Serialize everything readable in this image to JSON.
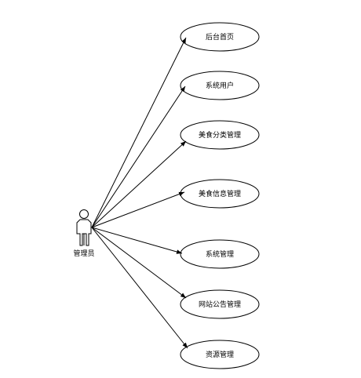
{
  "diagram": {
    "type": "use-case",
    "actor": {
      "label": "管理员",
      "icon": "person-icon"
    },
    "use_cases": [
      {
        "id": "home",
        "label": "后台首页"
      },
      {
        "id": "sys-users",
        "label": "系统用户"
      },
      {
        "id": "food-category",
        "label": "美食分类管理"
      },
      {
        "id": "food-info",
        "label": "美食信息管理"
      },
      {
        "id": "system",
        "label": "系统管理"
      },
      {
        "id": "notice",
        "label": "网站公告管理"
      },
      {
        "id": "resources",
        "label": "资源管理"
      }
    ],
    "colors": {
      "line": "#000000",
      "fill": "#ffffff",
      "background": "#ffffff"
    }
  }
}
